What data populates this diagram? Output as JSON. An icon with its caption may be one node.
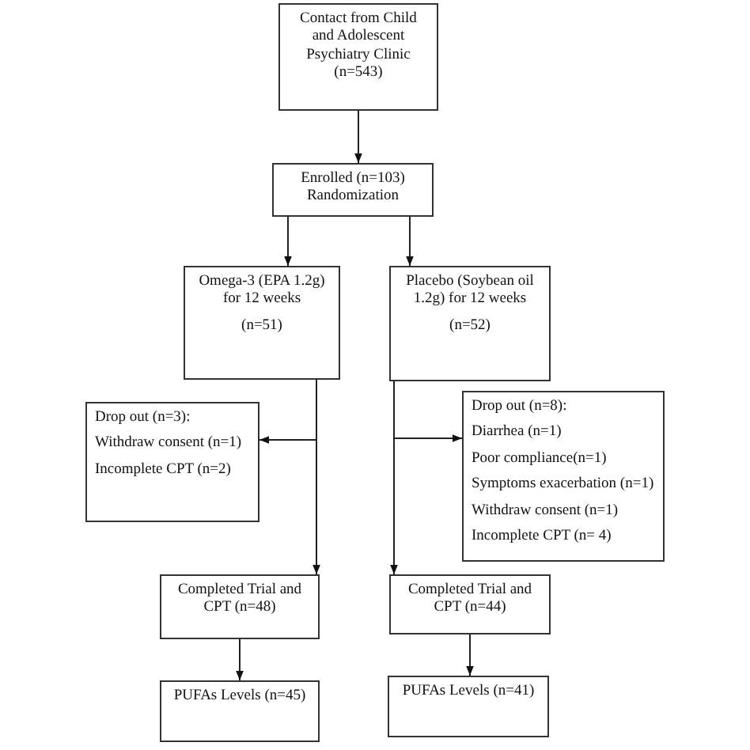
{
  "diagram": {
    "nodes": [
      {
        "text": [
          "Contact from Child and Adolescent Psychiatry Clinic (n=543)"
        ]
      },
      {
        "text": [
          "Enrolled (n=103) Randomization"
        ]
      },
      {
        "text": [
          "Omega-3 (EPA 1.2g) for 12 weeks",
          "(n=51)"
        ]
      },
      {
        "text": [
          "Placebo (Soybean oil 1.2g) for 12 weeks",
          "(n=52)"
        ]
      },
      {
        "text": [
          "Drop out (n=3):",
          "Withdraw consent (n=1)",
          "Incomplete CPT (n=2)"
        ]
      },
      {
        "text": [
          "Drop out (n=8):",
          "Diarrhea (n=1)",
          "Poor compliance(n=1)",
          "Symptoms exacerbation (n=1)",
          "Withdraw consent (n=1)",
          "Incomplete CPT (n= 4)"
        ]
      },
      {
        "text": [
          "Completed Trial and CPT (n=48)"
        ]
      },
      {
        "text": [
          "Completed Trial and CPT (n=44)"
        ]
      },
      {
        "text": [
          "PUFAs Levels (n=45)"
        ]
      },
      {
        "text": [
          "PUFAs Levels (n=41)"
        ]
      }
    ],
    "edges": [
      {
        "from": 0,
        "to": 1,
        "arrow": "to"
      },
      {
        "from": 1,
        "to": 2,
        "arrow": "to"
      },
      {
        "from": 1,
        "to": 3,
        "arrow": "to"
      },
      {
        "from": 2,
        "to": 4,
        "arrow": "to"
      },
      {
        "from": 2,
        "to": 6,
        "arrow": "to"
      },
      {
        "from": 3,
        "to": 5,
        "arrow": "to"
      },
      {
        "from": 3,
        "to": 7,
        "arrow": "to"
      },
      {
        "from": 6,
        "to": 8,
        "arrow": "to"
      },
      {
        "from": 7,
        "to": 9,
        "arrow": "to"
      }
    ]
  }
}
